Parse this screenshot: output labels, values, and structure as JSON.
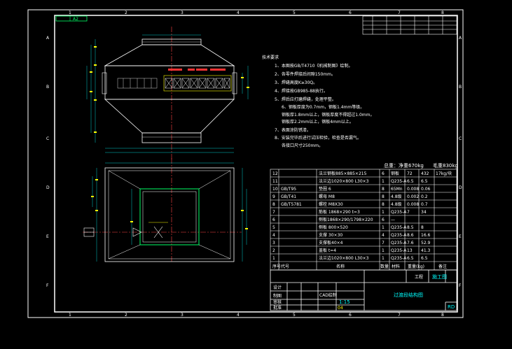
{
  "border": {
    "col_numbers_top": [
      "1",
      "2",
      "3",
      "4",
      "5",
      "6",
      "7",
      "8"
    ],
    "col_numbers_bottom": [
      "1",
      "2",
      "3",
      "4",
      "5",
      "6",
      "7",
      "8"
    ],
    "row_letters_left": [
      "A",
      "B",
      "C",
      "D",
      "E",
      "F"
    ],
    "row_letters_right": [
      "A",
      "B",
      "C",
      "D",
      "E",
      "F"
    ]
  },
  "notes": {
    "heading": "技术要求",
    "items": [
      "1、本图按GB/T4710《机械制图》绘制。",
      "2、各零件焊接后间隙150mm。",
      "3、焊缝高度K≥30Q。",
      "4、焊接按GB985-88执行。",
      "5、焊后应打磨焊缝，处理平整。",
      "6、钢板厚度为0.7mm，钢板1.4mm等级。",
      "钢板厚1.8mm以上，钢板厚度不得超过1.0mm。",
      "钢板厚2.2mm以上，钢板4mm以上。",
      "7、表面涂防锈漆。",
      "8、安装完毕后进行试压检验，检查是否漏气。",
      "各接口尺寸250mm。"
    ]
  },
  "weights": {
    "label_a": "总重：净重670kg",
    "label_b": "毛重830kg"
  },
  "bom": {
    "rows": [
      {
        "no": "12",
        "code": "",
        "name": "法兰钢板885×885×215",
        "qty": "6",
        "mat": "钢板",
        "w1": "72",
        "w2": "432",
        "note": "17kg/块"
      },
      {
        "no": "11",
        "code": "",
        "name": "法兰边1020×800 L30×3",
        "qty": "1",
        "mat": "Q235-A",
        "w1": "6.5",
        "w2": "6.5",
        "note": ""
      },
      {
        "no": "10",
        "code": "GB/T95",
        "name": "垫圈 6",
        "qty": "8",
        "mat": "65Mn",
        "w1": "0.008",
        "w2": "0.06",
        "note": ""
      },
      {
        "no": "9",
        "code": "GB/T41",
        "name": "螺母 M8",
        "qty": "8",
        "mat": "4.8级",
        "w1": "0.002",
        "w2": "0.2",
        "note": ""
      },
      {
        "no": "8",
        "code": "GB/T5781",
        "name": "螺栓 M8X30",
        "qty": "8",
        "mat": "4.8级",
        "w1": "0.008",
        "w2": "0.7",
        "note": ""
      },
      {
        "no": "7",
        "code": "",
        "name": "筋板 1868×290  t=3",
        "qty": "1",
        "mat": "Q235-A",
        "w1": "7",
        "w2": "34",
        "note": ""
      },
      {
        "no": "6",
        "code": "",
        "name": "侧板1868×290/1798×220",
        "qty": "6",
        "mat": "—",
        "w1": "",
        "w2": "",
        "note": ""
      },
      {
        "no": "5",
        "code": "",
        "name": "侧板 800×520",
        "qty": "1",
        "mat": "Q235-A",
        "w1": "8.5",
        "w2": "8",
        "note": ""
      },
      {
        "no": "4",
        "code": "",
        "name": "支撑 30×30",
        "qty": "4",
        "mat": "Q235-A",
        "w1": "8.6",
        "w2": "16.6",
        "note": ""
      },
      {
        "no": "3",
        "code": "",
        "name": "支撑板40×4",
        "qty": "7",
        "mat": "Q235-A",
        "w1": "7.6",
        "w2": "52.9",
        "note": ""
      },
      {
        "no": "2",
        "code": "",
        "name": "盖板 t=4",
        "qty": "1",
        "mat": "Q235-A",
        "w1": "13",
        "w2": "41.3",
        "note": ""
      },
      {
        "no": "1",
        "code": "",
        "name": "法兰边1020×800 L30×3",
        "qty": "1",
        "mat": "Q235-A",
        "w1": "6.5",
        "w2": "6.5",
        "note": ""
      }
    ],
    "header": {
      "no": "序号",
      "code": "代号",
      "name": "名称",
      "qty": "数量",
      "mat": "材料",
      "weight": "重量(kg)",
      "note": "备注"
    }
  },
  "title_block": {
    "company": "",
    "project": "工程",
    "stage": "施工图",
    "drawing_title": "过渡段结构图",
    "software": "CAD绘制",
    "scale": "1:15",
    "sheet": "04",
    "code": "RD",
    "row_labels": [
      "设计",
      "制图",
      "审核",
      "批准"
    ]
  },
  "top_tag": {
    "left": "",
    "right": "A2"
  },
  "colors": {
    "frame": "#ffffff",
    "dim": "#00ffff",
    "part": "#ffff00",
    "green": "#00ff66",
    "title": "#00ffff"
  }
}
